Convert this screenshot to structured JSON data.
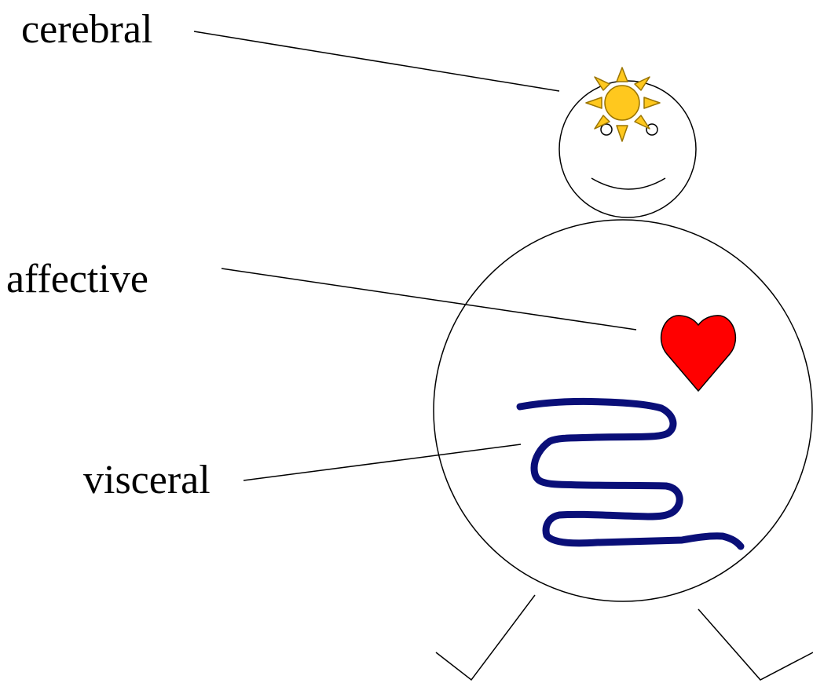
{
  "labels": {
    "cerebral": "cerebral",
    "affective": "affective",
    "visceral": "visceral"
  },
  "colors": {
    "background": "#ffffff",
    "outline": "#000000",
    "sun_fill": "#ffc81e",
    "sun_stroke": "#9a7400",
    "heart_fill": "#ff0000",
    "intestine": "#0a0f78"
  },
  "icons": {
    "cerebral": "sun-icon",
    "affective": "heart-icon",
    "visceral": "intestine-icon"
  }
}
